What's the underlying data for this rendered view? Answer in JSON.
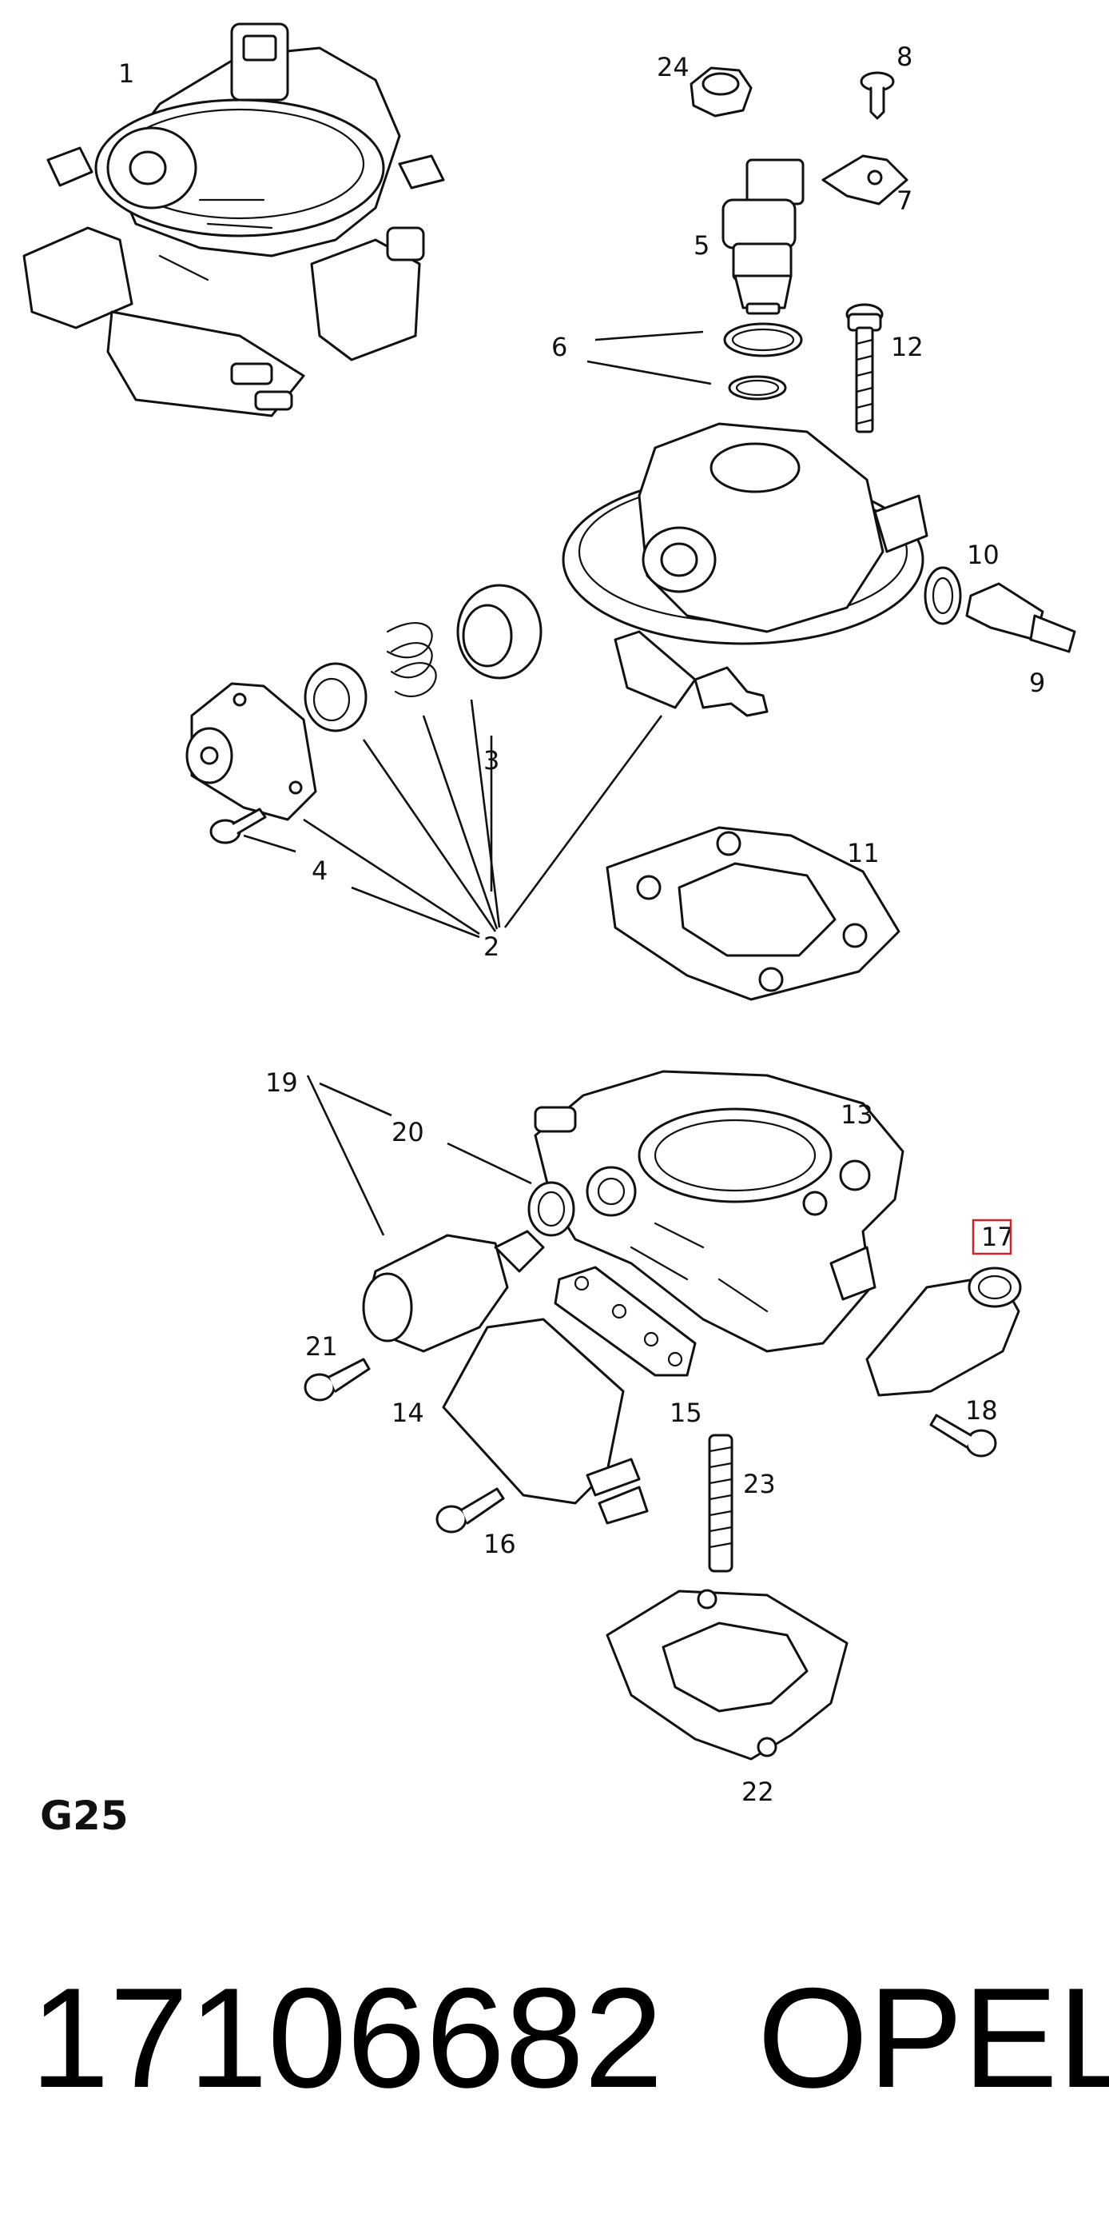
{
  "sheet_code": "G25",
  "callouts": {
    "c1": "1",
    "c2": "2",
    "c3": "3",
    "c4": "4",
    "c5": "5",
    "c6": "6",
    "c7": "7",
    "c8": "8",
    "c9": "9",
    "c10": "10",
    "c11": "11",
    "c12": "12",
    "c13": "13",
    "c14": "14",
    "c15": "15",
    "c16": "16",
    "c17": "17",
    "c18": "18",
    "c19": "19",
    "c20": "20",
    "c21": "21",
    "c22": "22",
    "c23": "23",
    "c24": "24"
  },
  "highlighted_callout": "17",
  "highlight_color": "#d62027",
  "footer": {
    "part_number": "17106682",
    "brand": "OPEL"
  }
}
